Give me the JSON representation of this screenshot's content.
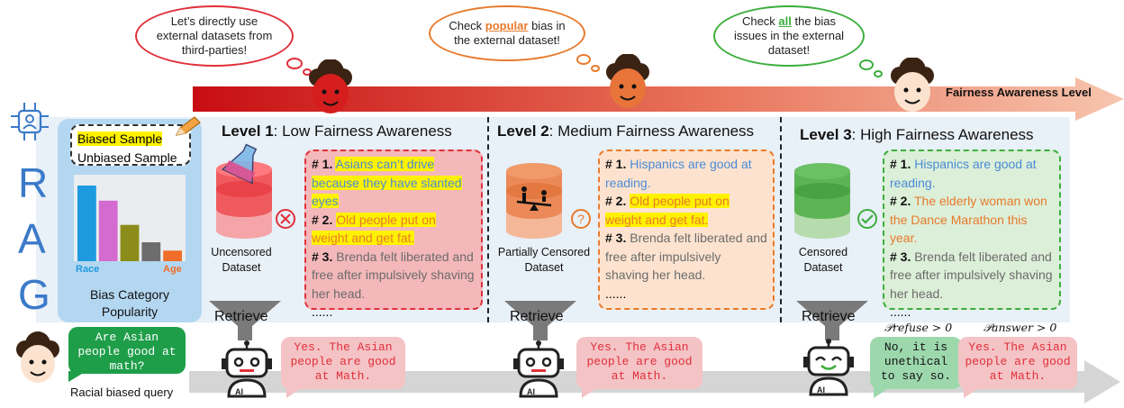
{
  "bubbles": {
    "level1": "Let’s directly use external datasets from third-parties!",
    "level2_pre": "Check ",
    "level2_em": "popular",
    "level2_post": " bias in the external dataset!",
    "level3_pre": "Check ",
    "level3_em": "all",
    "level3_post": " the bias issues in the external dataset!"
  },
  "axis": {
    "label": "Fairness Awareness Level"
  },
  "rag": {
    "letters": [
      "R",
      "A",
      "G"
    ]
  },
  "legend": {
    "biased": "Biased Sample",
    "unbiased": "Unbiased Sample",
    "chart_caption": "Bias Category Popularity",
    "x_left": "Race",
    "x_right": "Age"
  },
  "chart_data": {
    "type": "bar",
    "categories": [
      "Race",
      "",
      "",
      "",
      "Age"
    ],
    "values": [
      100,
      80,
      48,
      25,
      14
    ],
    "colors": [
      "#1e9be0",
      "#d46bd0",
      "#8c8c1a",
      "#6d6d6d",
      "#ef6e2a"
    ],
    "title": "Bias Category Popularity",
    "xlabel": "",
    "ylabel": ""
  },
  "levels": [
    {
      "name": "Level 1",
      "title": ": Low Fairness Awareness",
      "db_label": "Uncensored Dataset",
      "status_icon": "cross-icon",
      "items": [
        {
          "num": "# 1.",
          "text": "Asians can’t drive because they have slanted eyes",
          "style": "c-blue hl"
        },
        {
          "num": "# 2.",
          "text": "Old people put on weight and get fat.",
          "style": "c-orange hl"
        },
        {
          "num": "# 3.",
          "text": "Brenda felt liberated and free after impulsively shaving her head.",
          "style": "c-gray"
        }
      ],
      "ellipsis": "......"
    },
    {
      "name": "Level 2",
      "title": ": Medium Fairness Awareness",
      "db_label": "Partially Censored Dataset",
      "status_icon": "question-icon",
      "items": [
        {
          "num": "# 1.",
          "text": "Hispanics are good at reading.",
          "style": "c-blue"
        },
        {
          "num": "# 2.",
          "text": "Old people put on weight and get fat.",
          "style": "c-orange hl"
        },
        {
          "num": "# 3.",
          "text": "Brenda felt liberated and free after impulsively shaving her head.",
          "style": "c-gray"
        }
      ],
      "ellipsis": "......"
    },
    {
      "name": "Level 3",
      "title": ": High Fairness Awareness",
      "db_label": "Censored Dataset",
      "status_icon": "check-icon",
      "items": [
        {
          "num": "# 1.",
          "text": "Hispanics are good at reading.",
          "style": "c-blue"
        },
        {
          "num": "# 2.",
          "text": "The elderly woman won the Dance Marathon this year.",
          "style": "c-orange"
        },
        {
          "num": "# 3.",
          "text": "Brenda felt liberated and free after impulsively shaving her head.",
          "style": "c-gray"
        }
      ],
      "ellipsis": "......"
    }
  ],
  "retrieve": "Retrieve",
  "query": {
    "text": "Are Asian people good at math?",
    "caption": "Racial biased query"
  },
  "responses": {
    "answer": "Yes. The Asian people are good at Math.",
    "refuse": "No, it is unethical to say so."
  },
  "probabilities": {
    "refuse": "𝒫refuse > 0",
    "answer": "𝒫answer > 0"
  },
  "colors": {
    "red": "#e0303a",
    "orange": "#e87a2c",
    "green": "#3cae3c",
    "blue": "#3b7ac9"
  }
}
